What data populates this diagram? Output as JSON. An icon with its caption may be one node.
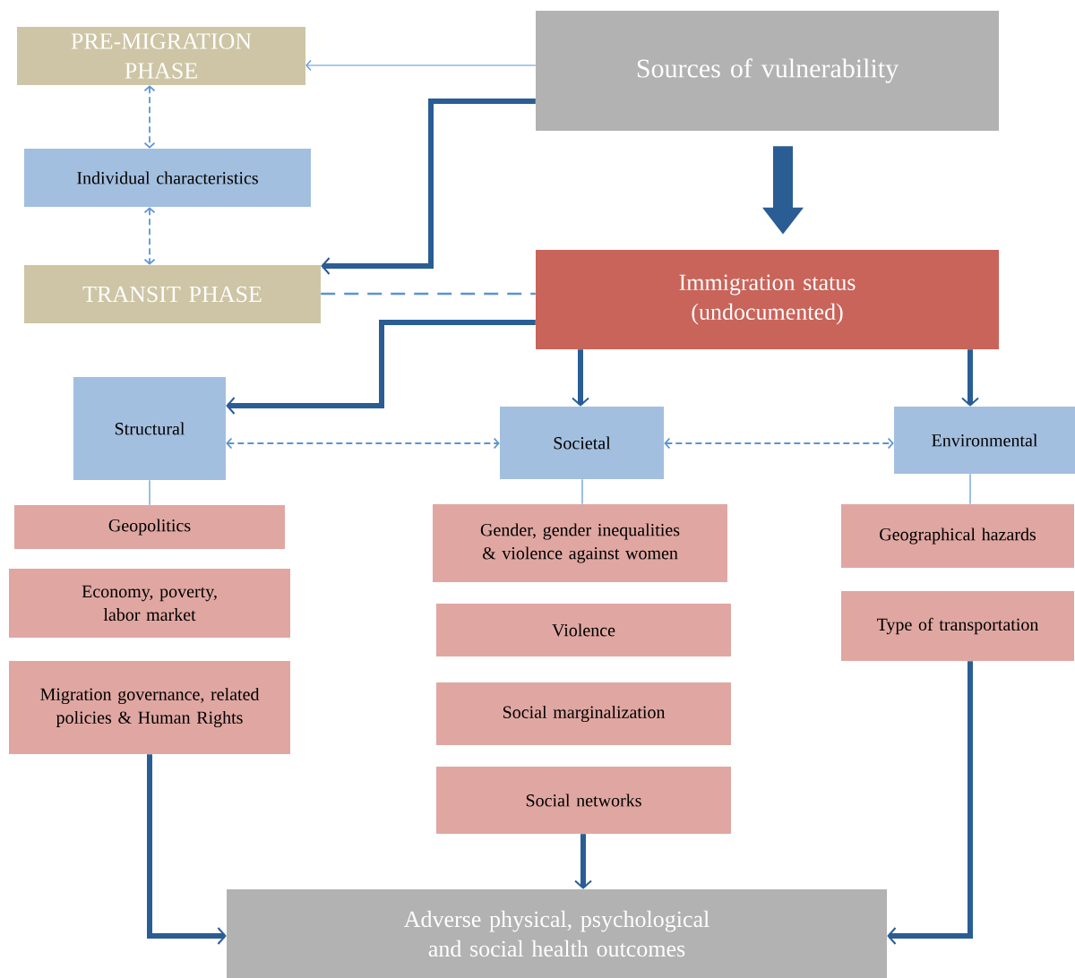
{
  "diagram": {
    "nodes": [
      {
        "text": [
          "Sources of vulnerability"
        ]
      },
      {
        "text": [
          "PRE-MIGRATION PHASE"
        ]
      },
      {
        "text": [
          "Individual characteristics"
        ]
      },
      {
        "text": [
          "TRANSIT PHASE"
        ]
      },
      {
        "text": [
          "Immigration status (undocumented)"
        ]
      },
      {
        "text": [
          "Structural"
        ]
      },
      {
        "text": [
          "Societal"
        ]
      },
      {
        "text": [
          "Environmental"
        ]
      },
      {
        "text": [
          "Geopolitics"
        ]
      },
      {
        "text": [
          "Economy, poverty, labor market"
        ]
      },
      {
        "text": [
          "Migration governance, related policies & Human Rights"
        ]
      },
      {
        "text": [
          "Gender, gender inequalities & violence against women"
        ]
      },
      {
        "text": [
          "Violence"
        ]
      },
      {
        "text": [
          "Social marginalization"
        ]
      },
      {
        "text": [
          "Social networks"
        ]
      },
      {
        "text": [
          "Geographical hazards"
        ]
      },
      {
        "text": [
          "Type of transportation"
        ]
      },
      {
        "text": [
          "Adverse physical, psychological and social health outcomes"
        ]
      }
    ],
    "edges": [
      {
        "from": 0,
        "to": 1,
        "arrow": "to"
      },
      {
        "from": 0,
        "to": 3,
        "arrow": "to",
        "style": "thick",
        "color": "#2a5d94"
      },
      {
        "from": 0,
        "to": 4,
        "arrow": "to",
        "style": "thick",
        "color": "#2a5d94"
      },
      {
        "from": 1,
        "to": 2,
        "arrow": "both",
        "style": "dashed"
      },
      {
        "from": 2,
        "to": 3,
        "arrow": "both",
        "style": "dashed"
      },
      {
        "from": 3,
        "to": 4,
        "arrow": "none",
        "style": "dashed"
      },
      {
        "from": 4,
        "to": 5,
        "arrow": "to",
        "style": "thick",
        "color": "#2a5d94"
      },
      {
        "from": 4,
        "to": 6,
        "arrow": "to",
        "style": "thick",
        "color": "#2a5d94"
      },
      {
        "from": 4,
        "to": 7,
        "arrow": "to",
        "style": "thick",
        "color": "#2a5d94"
      },
      {
        "from": 5,
        "to": 6,
        "arrow": "both",
        "style": "dashed"
      },
      {
        "from": 6,
        "to": 7,
        "arrow": "both",
        "style": "dashed"
      },
      {
        "from": 5,
        "to": 8,
        "arrow": "none"
      },
      {
        "from": 6,
        "to": 11,
        "arrow": "none"
      },
      {
        "from": 7,
        "to": 15,
        "arrow": "none"
      },
      {
        "from": 10,
        "to": 17,
        "arrow": "to",
        "style": "thick",
        "color": "#2a5d94"
      },
      {
        "from": 14,
        "to": 17,
        "arrow": "to",
        "style": "thick",
        "color": "#2a5d94"
      },
      {
        "from": 16,
        "to": 17,
        "arrow": "to",
        "style": "thick",
        "color": "#2a5d94"
      }
    ]
  }
}
